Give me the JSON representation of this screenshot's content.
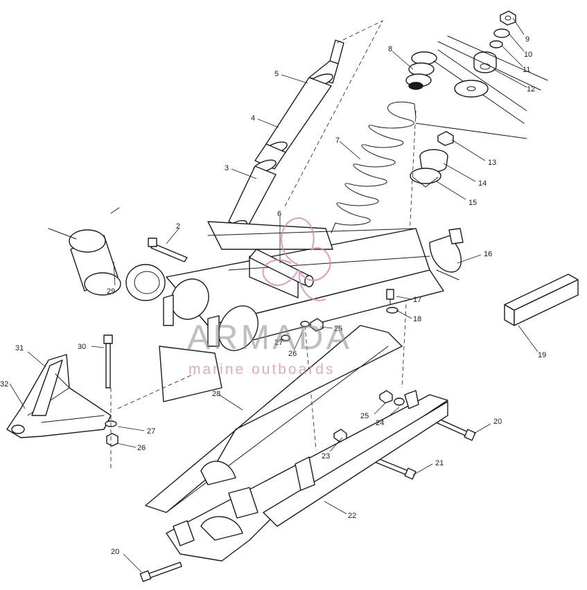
{
  "watermark": {
    "brand": "ARMADA",
    "tagline": "marine outboards",
    "logo_icon": "pink-clover-logo",
    "brand_color": "#8a8a8a",
    "accent_color": "#d98bb0"
  },
  "callouts": {
    "c2": "2",
    "c3": "3",
    "c4": "4",
    "c5": "5",
    "c6": "6",
    "c7": "7",
    "c8": "8",
    "c9": "9",
    "c10": "10",
    "c11": "11",
    "c12": "12",
    "c13": "13",
    "c14": "14",
    "c15": "15",
    "c16": "16",
    "c17": "17",
    "c18": "18",
    "c19": "19",
    "c20a": "20",
    "c20b": "20",
    "c21": "21",
    "c22": "22",
    "c23": "23",
    "c24": "24",
    "c25a": "25",
    "c25b": "25",
    "c26a": "26",
    "c26b": "26",
    "c27a": "27",
    "c27b": "27",
    "c28": "28",
    "c29": "29",
    "c30": "30",
    "c31": "31",
    "c32": "32"
  }
}
